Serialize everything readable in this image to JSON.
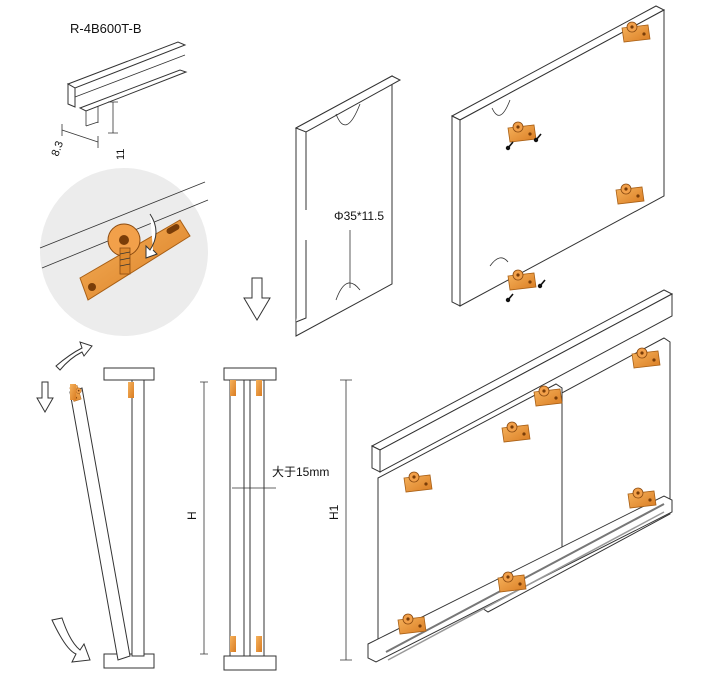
{
  "labels": {
    "model": "R-4B600T-B",
    "dim_width": "8.3",
    "dim_height": "11",
    "hole_spec": "Φ35*11.5",
    "gap_note": "大于15mm",
    "dim_h": "H",
    "dim_h1": "H1"
  },
  "colors": {
    "hardware": "#e8953a",
    "hardware_dark": "#b86a1c",
    "line": "#333333",
    "circle_bg": "#ececec"
  },
  "icons": [
    "arrow-down-icon",
    "curved-arrow-icon",
    "screw-icon",
    "roller-bracket-icon"
  ]
}
